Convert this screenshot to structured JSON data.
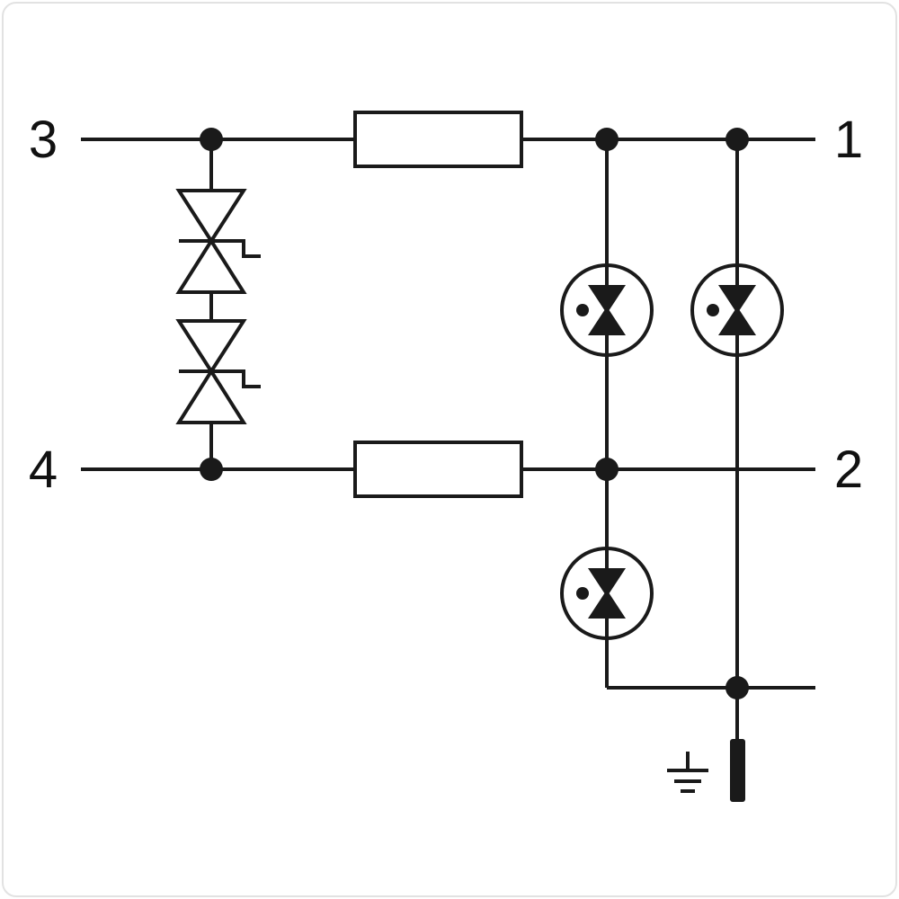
{
  "terminals": {
    "top_left": "3",
    "top_right": "1",
    "bottom_left": "4",
    "bottom_right": "2"
  },
  "symbols": {
    "resistor_top": "series-impedance",
    "resistor_bottom": "series-impedance",
    "suppressor_diode_1": "bidirectional-suppressor-diode",
    "suppressor_diode_2": "bidirectional-suppressor-diode",
    "gdt_line1": "gas-discharge-tube",
    "gdt_line1_pe": "gas-discharge-tube",
    "gdt_line2": "gas-discharge-tube",
    "earth": "protective-earth-ground",
    "pe_bar": "pe-terminal-bar"
  },
  "colors": {
    "line": "#1a1a1a",
    "background": "#ffffff"
  }
}
